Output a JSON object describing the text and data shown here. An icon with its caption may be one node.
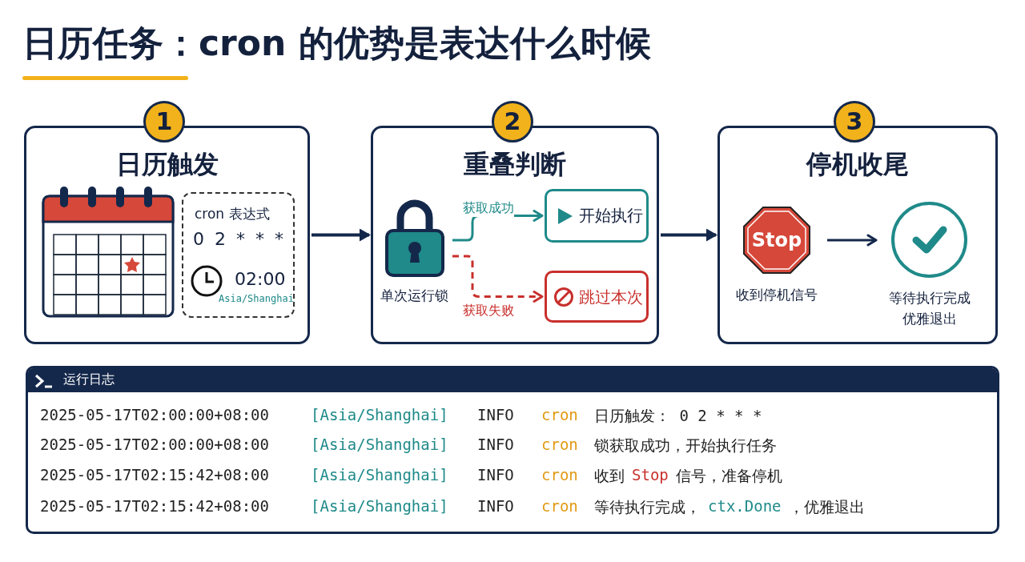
{
  "diagram": {
    "title": "日历任务：cron 的优势是表达什么时候",
    "nodes": [
      {
        "text": [
          "日历触发"
        ]
      },
      {
        "text": [
          "1"
        ]
      },
      {
        "text": [
          "cron 表达式",
          "0 2 * * *",
          "02:00",
          "Asia/Shanghai"
        ],
        "in": 0
      },
      {
        "text": [
          "重叠判断"
        ]
      },
      {
        "text": [
          "2"
        ]
      },
      {
        "text": [
          "单次运行锁"
        ],
        "in": 3
      },
      {
        "text": [
          "开始执行"
        ],
        "in": 3
      },
      {
        "text": [
          "跳过本次"
        ],
        "in": 3
      },
      {
        "text": [
          "停机收尾"
        ]
      },
      {
        "text": [
          "3"
        ]
      },
      {
        "text": [
          "Stop"
        ],
        "beside": [
          "收到停机信号"
        ],
        "in": 8
      },
      {
        "text": [],
        "shape": "circle",
        "beside": [
          "等待执行完成优雅退出"
        ],
        "in": 8
      },
      {
        "text": [
          "运行日志"
        ]
      }
    ],
    "edges": [
      {
        "from": 0,
        "to": 3,
        "arrow": "to"
      },
      {
        "from": 3,
        "to": 8,
        "arrow": "to"
      },
      {
        "from": 5,
        "to": 6,
        "arrow": "to",
        "label": "获取成功",
        "color": "#1f8a89"
      },
      {
        "from": 5,
        "to": 7,
        "arrow": "to",
        "label": "获取失败",
        "style": "dashed",
        "color": "#c8302c"
      },
      {
        "from": 10,
        "to": 11,
        "arrow": "to"
      }
    ],
    "labels": [
      "2025-05-17T02:00:00+08:00",
      "[Asia/Shanghai]",
      "INFO",
      "cron",
      "日历触发： 0 2 * * *",
      "2025-05-17T02:00:00+08:00",
      "[Asia/Shanghai]",
      "INFO",
      "cron",
      "锁获取成功，开始执行任务",
      "2025-05-17T02:15:42+08:00",
      "[Asia/Shanghai]",
      "INFO",
      "cron",
      "收到",
      "Stop",
      "信号，准备停机",
      "2025-05-17T02:15:42+08:00",
      "[Asia/Shanghai]",
      "INFO",
      "cron",
      "等待执行完成，",
      "ctx.Done",
      "，优雅退出"
    ]
  }
}
